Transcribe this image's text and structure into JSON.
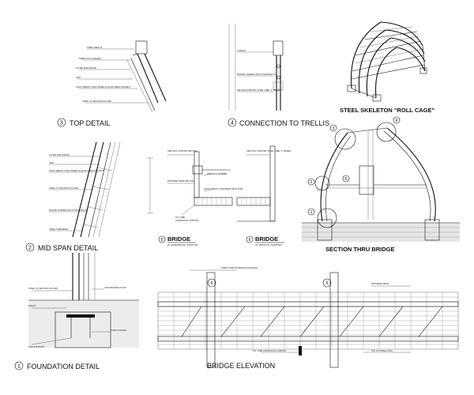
{
  "top_detail": {
    "number": "3",
    "title": "TOP DETAIL",
    "labels": [
      "STEEL TRELLIS",
      "SHEET MTL FLASHING",
      "PLYWD SUB-STRATE",
      "GRIT",
      "LIGHT WEIGHT CONC PANEL CLAD W/ FIBER CONTENT",
      "STEEL \"H\" SECTION COLUMN"
    ]
  },
  "connection": {
    "number": "4",
    "title": "CONNECTION TO TRELLIS",
    "labels": [
      "1 ANGLE",
      "BOLTED CONNECTION TO MAIN BOLTS",
      "SECTION SUPPORT STEEL TUBE \"L\" FRAME"
    ]
  },
  "roll_cage": {
    "title": "STEEL SKELETON \"ROLL CAGE\""
  },
  "mid_span": {
    "number": "2",
    "title": "MID SPAN DETAIL",
    "labels": [
      "PLYWD SUB-STRATE",
      "GRIT",
      "LIGHT WEIGHT CONC PANEL CLAD W/ FIBER CONTENT",
      "STEEL \"H\" SECTION COLUMN",
      "BOLTED CONNECTION TO MAIN BOLTS",
      "STEEL TUBE BEAM"
    ]
  },
  "bridge_horizontal": {
    "number": "5",
    "title": "BRIDGE",
    "subtitle": "AT HORIZONTAL SUPPORT",
    "labels": [
      "VERTICAL SUPPORT BEYOND",
      "DIAGONAL MEMBER",
      "EXPANDED MESH BEYOND",
      "LIGHT WEIGHT CONCRETE DECK SLAB",
      "STL TUBE",
      "HORIZONTAL SUPPORT"
    ]
  },
  "bridge_vertical": {
    "number": "6",
    "title": "BRIDGE",
    "subtitle": "AT VERTICAL SUPPORT",
    "labels": [
      "VERTICAL SUPPORT STEEL TUBE \"L\" FRAME"
    ]
  },
  "section": {
    "title": "SECTION THRU BRIDGE",
    "callouts": [
      "1",
      "2",
      "3",
      "4",
      "5"
    ]
  },
  "foundation": {
    "number": "1",
    "title": "FOUNDATION DETAIL",
    "labels": [
      "STEEL \"H\" SECTION COLUMN",
      "COLUMN BASE PLATE",
      "GROUT",
      "CONC FOOTING",
      "ANCHOR BOLTS"
    ]
  },
  "elevation": {
    "title": "BRIDGE ELEVATION",
    "markers": [
      "6",
      "5"
    ],
    "labels": [
      "STEEL TUBE SUSPENSION SUPPORT",
      "EXPANDED MESH",
      "STL TUBE HORIZONTAL SUPPORT",
      "TOP OF FINISH CONC"
    ]
  }
}
